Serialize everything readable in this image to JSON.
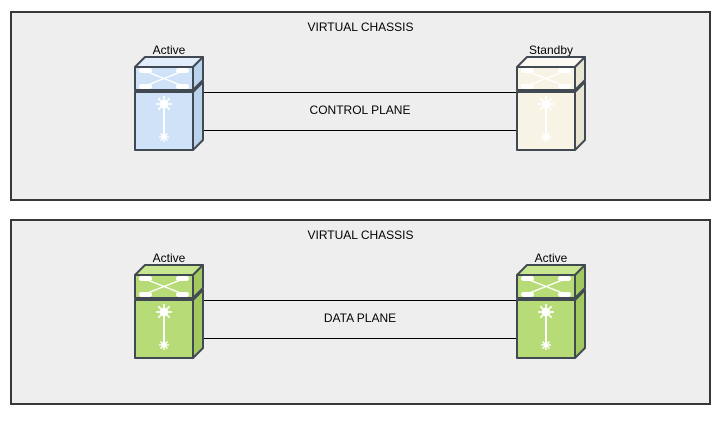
{
  "colors": {
    "page_bg": "#ffffff",
    "panel_bg": "#eeeeee",
    "panel_border": "#383838",
    "connector": "#000000",
    "node_stroke": "#414953",
    "icon": "#ffffff"
  },
  "icons": {
    "fabric": "switch-fabric-icon",
    "routing": "routing-engine-icon"
  },
  "panels": [
    {
      "title": "VIRTUAL CHASSIS",
      "connection_label": "CONTROL PLANE",
      "nodes": [
        {
          "label": "Active",
          "fill": {
            "front": "#cfe2f8",
            "top": "#e1edfb",
            "side": "#b9d3ec"
          }
        },
        {
          "label": "Standby",
          "fill": {
            "front": "#f7f4e6",
            "top": "#fbf9f1",
            "side": "#e9e5d3"
          }
        }
      ]
    },
    {
      "title": "VIRTUAL CHASSIS",
      "connection_label": "DATA PLANE",
      "nodes": [
        {
          "label": "Active",
          "fill": {
            "front": "#b7dc77",
            "top": "#c8e68f",
            "side": "#a1c95f"
          }
        },
        {
          "label": "Active",
          "fill": {
            "front": "#b7dc77",
            "top": "#c8e68f",
            "side": "#a1c95f"
          }
        }
      ]
    }
  ]
}
